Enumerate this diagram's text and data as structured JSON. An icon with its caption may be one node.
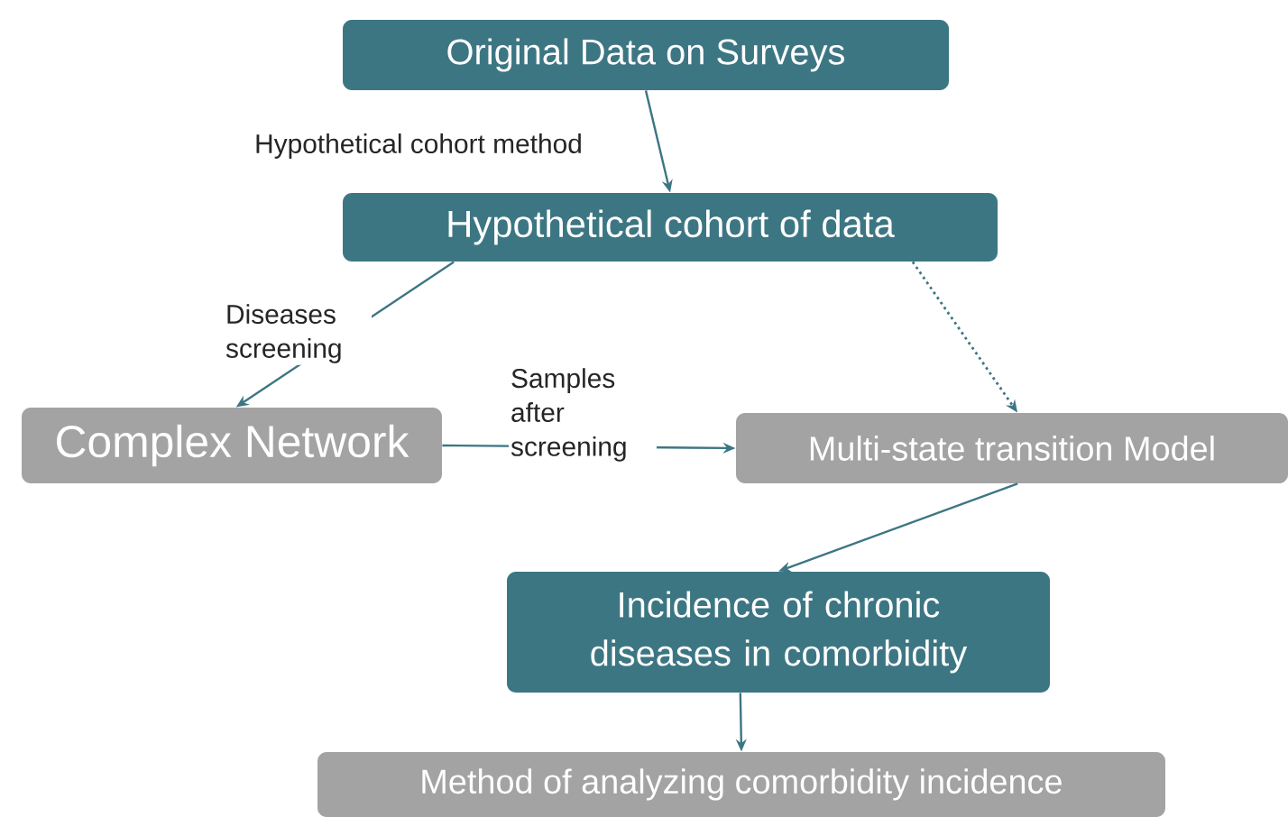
{
  "diagram": {
    "nodes": [
      {
        "text": [
          "Original Data on Surveys"
        ]
      },
      {
        "text": [
          "Hypothetical cohort of data"
        ]
      },
      {
        "text": [
          "Complex Network"
        ]
      },
      {
        "text": [
          "Multi-state transition Model"
        ]
      },
      {
        "text": [
          "Incidence of chronic diseases in comorbidity"
        ]
      },
      {
        "text": [
          "Method of analyzing comorbidity incidence"
        ]
      }
    ],
    "edges": [
      {
        "from": 0,
        "to": 1,
        "arrow": "to",
        "label": "Hypothetical cohort method"
      },
      {
        "from": 1,
        "to": 2,
        "arrow": "to",
        "label": "Diseases screening"
      },
      {
        "from": 1,
        "to": 3,
        "arrow": "to",
        "style": "dashed"
      },
      {
        "from": 2,
        "to": 3,
        "arrow": "to",
        "label": "Samples after screening"
      },
      {
        "from": 3,
        "to": 4,
        "arrow": "to"
      },
      {
        "from": 4,
        "to": 5,
        "arrow": "to"
      }
    ]
  }
}
